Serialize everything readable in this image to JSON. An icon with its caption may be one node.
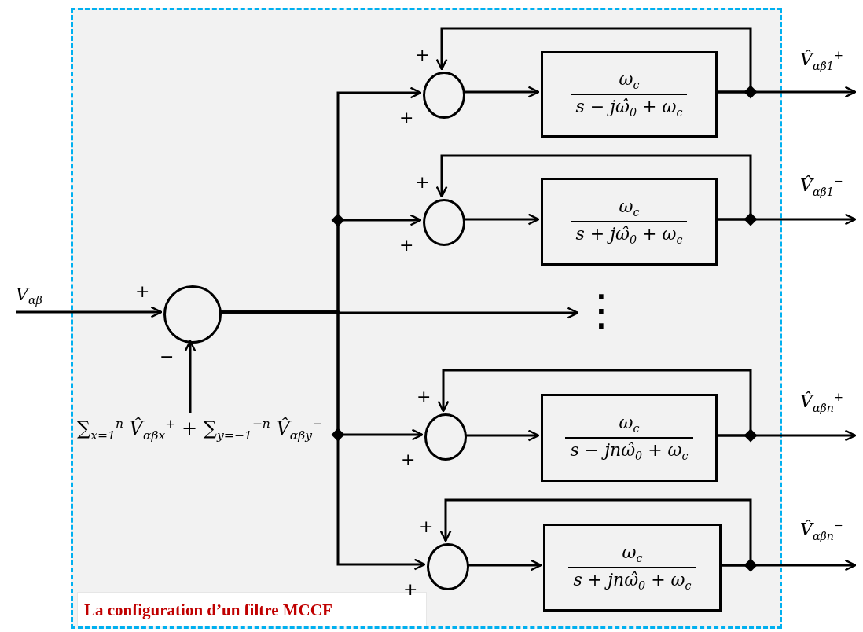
{
  "diagram": {
    "nodes": [
      {
        "text": [
          "La configuration d’un filtre MCCF"
        ]
      },
      {
        "text": [],
        "shape": "circle",
        "in": 0,
        "beside": [
          "+",
          "−"
        ]
      },
      {
        "text": [
          "∑$_{x=1}$$^{n}$ V̂$_{αβx}$$^{+}$ + ∑$_{y=−1}$$^{−n}$ V̂$_{αβy}$$^{−}$"
        ],
        "in": 0
      },
      {
        "text": [],
        "shape": "circle",
        "in": 0,
        "beside": [
          "+",
          "+"
        ]
      },
      {
        "text": [
          "ω$_{c}$",
          "s − jω̂$_{0}$ + ω$_{c}$"
        ],
        "in": 0
      },
      {
        "text": [],
        "shape": "circle",
        "in": 0,
        "beside": [
          "+",
          "+"
        ]
      },
      {
        "text": [
          "ω$_{c}$",
          "s + jω̂$_{0}$ + ω$_{c}$"
        ],
        "in": 0
      },
      {
        "text": [
          "⋮"
        ],
        "in": 0
      },
      {
        "text": [],
        "shape": "circle",
        "in": 0,
        "beside": [
          "+",
          "+"
        ]
      },
      {
        "text": [
          "ω$_{c}$",
          "s − jnω̂$_{0}$ + ω$_{c}$"
        ],
        "in": 0
      },
      {
        "text": [],
        "shape": "circle",
        "in": 0,
        "beside": [
          "+",
          "+"
        ]
      },
      {
        "text": [
          "ω$_{c}$",
          "s + jnω̂$_{0}$ + ω$_{c}$"
        ],
        "in": 0
      },
      {
        "text": [
          "V$_{αβ}$"
        ]
      }
    ],
    "edges": [
      {
        "from": 12,
        "to": 1,
        "arrow": "to"
      },
      {
        "from": 2,
        "to": 1,
        "arrow": "to"
      },
      {
        "from": 1,
        "to": 3,
        "arrow": "to"
      },
      {
        "from": 1,
        "to": 5,
        "arrow": "to"
      },
      {
        "from": 1,
        "to": 7,
        "arrow": "to"
      },
      {
        "from": 1,
        "to": 8,
        "arrow": "to"
      },
      {
        "from": 1,
        "to": 10,
        "arrow": "to"
      },
      {
        "from": 3,
        "to": 4,
        "arrow": "to"
      },
      {
        "from": 4,
        "to": 3,
        "arrow": "to"
      },
      {
        "from": 4,
        "to": null,
        "arrow": "to"
      },
      {
        "from": 5,
        "to": 6,
        "arrow": "to"
      },
      {
        "from": 6,
        "to": 5,
        "arrow": "to"
      },
      {
        "from": 6,
        "to": null,
        "arrow": "to"
      },
      {
        "from": 8,
        "to": 9,
        "arrow": "to"
      },
      {
        "from": 9,
        "to": 8,
        "arrow": "to"
      },
      {
        "from": 9,
        "to": null,
        "arrow": "to"
      },
      {
        "from": 10,
        "to": 11,
        "arrow": "to"
      },
      {
        "from": 11,
        "to": 10,
        "arrow": "to"
      },
      {
        "from": 11,
        "to": null,
        "arrow": "to"
      }
    ],
    "labels": [
      "V̂$_{αβ1}$$^{+}$",
      "V̂$_{αβ1}$$^{−}$",
      "V̂$_{αβn}$$^{+}$",
      "V̂$_{αβn}$$^{−}$"
    ]
  }
}
